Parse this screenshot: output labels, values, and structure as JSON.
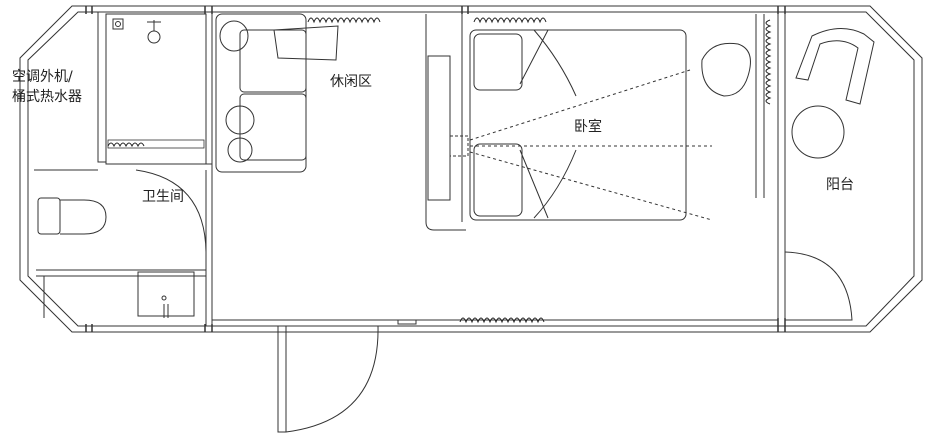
{
  "plan": {
    "rooms": {
      "ac_heater_line1": "空调外机/",
      "ac_heater_line2": "桶式热水器",
      "bathroom": "卫生间",
      "lounge": "休闲区",
      "bedroom": "卧室",
      "balcony": "阳台"
    }
  }
}
